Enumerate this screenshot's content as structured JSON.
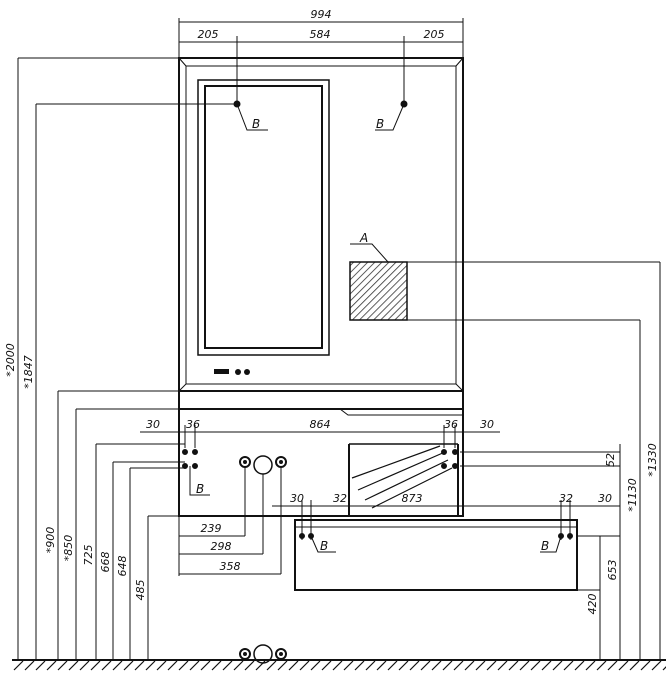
{
  "labels": {
    "b": "B",
    "a": "A"
  },
  "dims": {
    "total_width": "994",
    "side_left": "205",
    "center": "584",
    "side_right": "205",
    "w30_left": "30",
    "w36_left": "36",
    "w864": "864",
    "w36_right": "36",
    "w30_right": "30",
    "w30_mid": "30",
    "w32_mid": "32",
    "w873": "873",
    "w32_right": "32",
    "w30_far": "30",
    "w239": "239",
    "w298": "298",
    "w358": "358",
    "h2000": "*2000",
    "h1847": "*1847",
    "h900": "*900",
    "h850": "*850",
    "h725": "725",
    "h668": "668",
    "h648": "648",
    "h485": "485",
    "h52": "52",
    "h1130": "*1130",
    "h1330": "*1330",
    "h653": "653",
    "h420": "420"
  },
  "colors": {
    "line": "#111111",
    "hatch": "#333333",
    "panel": "#ffffff"
  }
}
